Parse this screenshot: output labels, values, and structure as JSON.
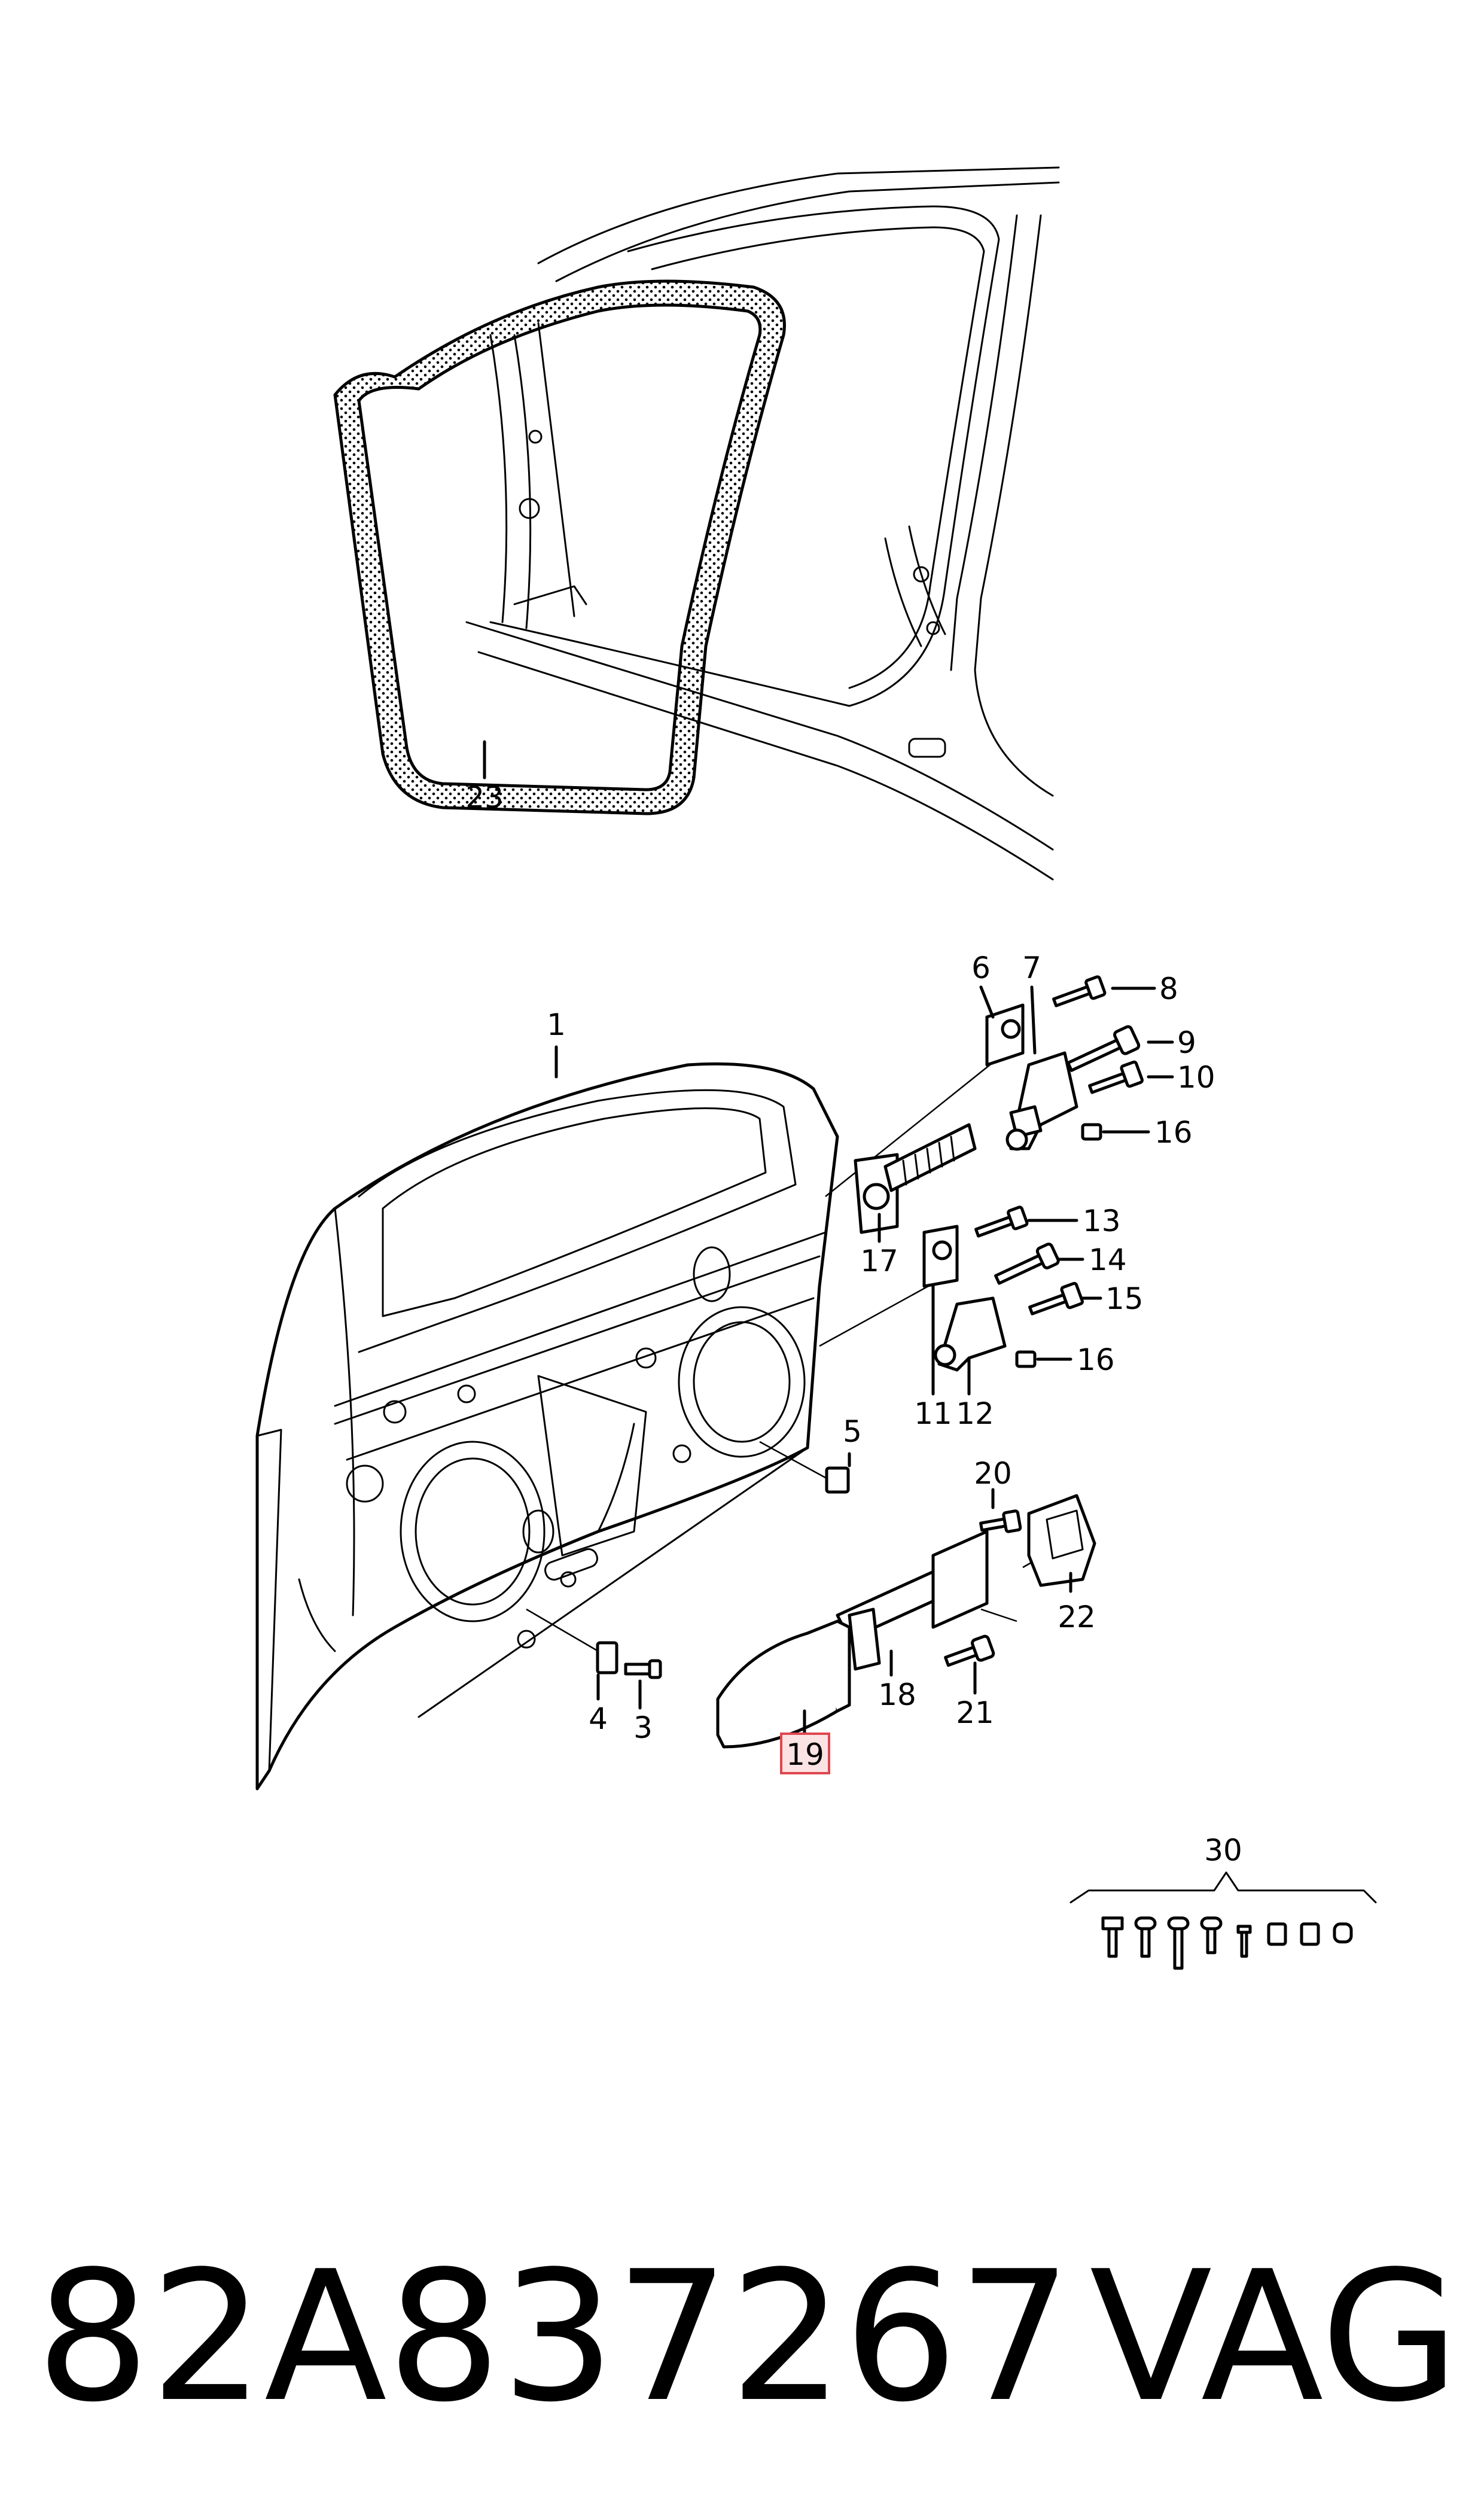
{
  "callouts": {
    "c1": "1",
    "c3": "3",
    "c4": "4",
    "c5": "5",
    "c6": "6",
    "c7": "7",
    "c8": "8",
    "c9": "9",
    "c10": "10",
    "c11": "11",
    "c12": "12",
    "c13": "13",
    "c14": "14",
    "c15": "15",
    "c16a": "16",
    "c16b": "16",
    "c17": "17",
    "c18": "18",
    "c19": "19",
    "c20": "20",
    "c21": "21",
    "c22": "22",
    "c23": "23",
    "c30": "30"
  },
  "highlight_color": "#e0474f",
  "footer": {
    "part_number": "82A837267",
    "brand": "VAG"
  }
}
